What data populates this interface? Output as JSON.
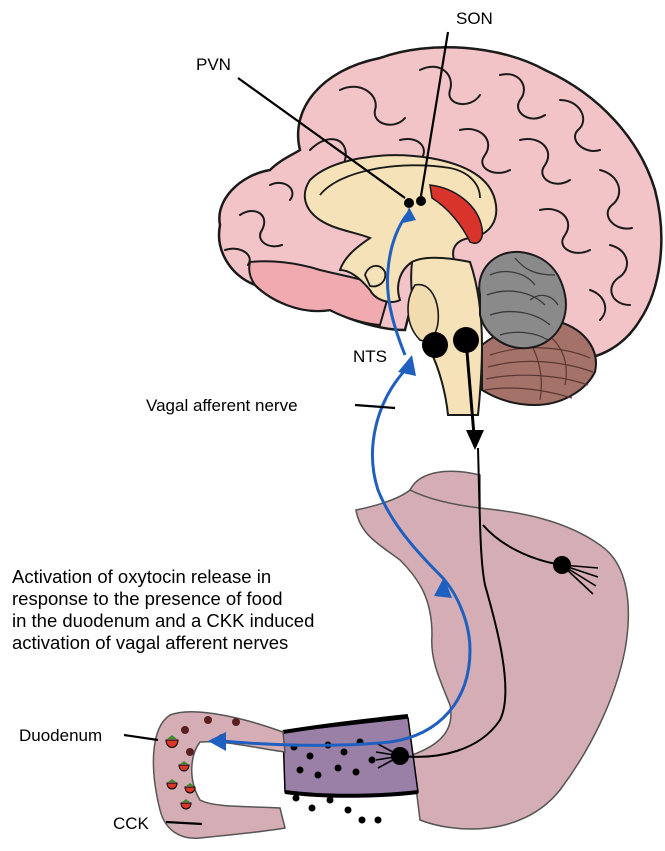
{
  "labels": {
    "son": "SON",
    "pvn": "PVN",
    "nts": "NTS",
    "vagal_afferent_nerve": "Vagal afferent nerve",
    "duodenum": "Duodenum",
    "cck": "CCK"
  },
  "caption": {
    "lines": [
      "Activation of oxytocin release in",
      "response to the presence of food",
      "in the duodenum and a CKK induced",
      "activation of vagal afferent nerves"
    ]
  },
  "colors": {
    "brain_cortex": "#f2c4c8",
    "brain_outline": "#1a1a1a",
    "midbrain": "#f6e2b8",
    "hypothalamus_red": "#d9342b",
    "cerebellum": "#8a8a8a",
    "brainstem_lower": "#a5726a",
    "stomach": "#d5aeb5",
    "pylorus": "#9a80a6",
    "afferent_pathway": "#1f5fbf",
    "efferent_pathway": "#000000",
    "strawberry": "#d8352b"
  }
}
